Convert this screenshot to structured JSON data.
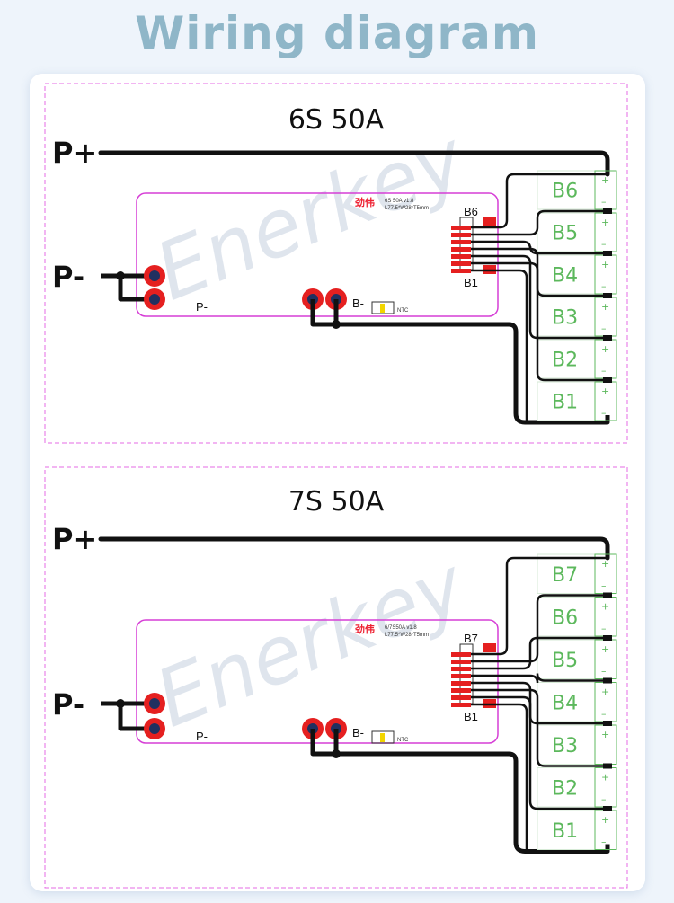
{
  "title": "Wiring diagram",
  "watermark": "Enerkey",
  "colors": {
    "wire": "#111111",
    "board": "#d63fd6",
    "frame": "#e46be4",
    "cell": "#5cb85c",
    "terminal": "#e52020",
    "title": "#8fb6c8"
  },
  "diagrams": [
    {
      "heading": "6S 50A",
      "p_plus": "P+",
      "p_minus": "P-",
      "board_p_minus": "P-",
      "board_b_minus": "B-",
      "ntc": "NTC",
      "brand": "劲伟",
      "board_model": "6S 50A v1.8",
      "board_size": "L77.5*W28*T5mm",
      "conn_top": "B6",
      "conn_bottom": "B1",
      "cells": [
        "B6",
        "B5",
        "B4",
        "B3",
        "B2",
        "B1"
      ]
    },
    {
      "heading": "7S 50A",
      "p_plus": "P+",
      "p_minus": "P-",
      "board_p_minus": "P-",
      "board_b_minus": "B-",
      "ntc": "NTC",
      "brand": "劲伟",
      "board_model": "6/7S50A v1.8",
      "board_size": "L77.5*W28*T5mm",
      "conn_top": "B7",
      "conn_bottom": "B1",
      "cells": [
        "B7",
        "B6",
        "B5",
        "B4",
        "B3",
        "B2",
        "B1"
      ]
    }
  ]
}
